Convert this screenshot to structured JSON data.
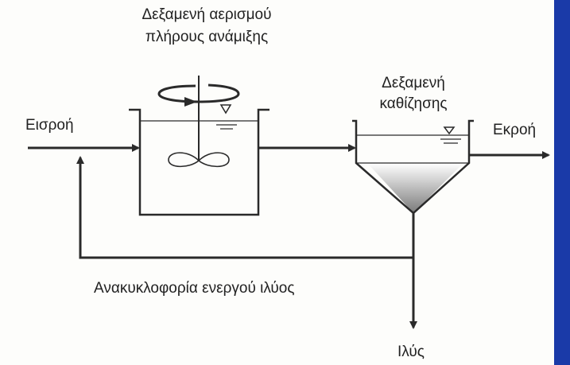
{
  "labels": {
    "aeration_tank_line1": "Δεξαμενή αερισμού",
    "aeration_tank_line2": "πλήρους ανάμιξης",
    "settling_tank_line1": "Δεξαμενή",
    "settling_tank_line2": "καθίζησης",
    "inflow": "Εισροή",
    "outflow": "Εκροή",
    "recirculation": "Ανακυκλοφορία ενεργού ιλύος",
    "sludge": "Ιλύς"
  },
  "colors": {
    "line": "#2a2a2a",
    "border": "#1a3aa8",
    "background": "#fdfdfb"
  }
}
